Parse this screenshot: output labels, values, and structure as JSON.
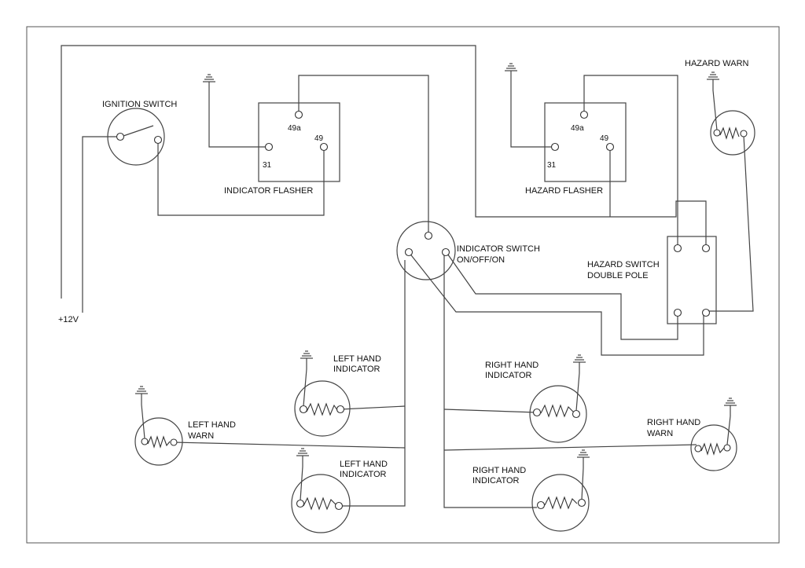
{
  "labels": {
    "ignition_switch": "IGNITION SWITCH",
    "indicator_flasher": "INDICATOR FLASHER",
    "hazard_flasher": "HAZARD FLASHER",
    "hazard_warn_top": "HAZARD WARN",
    "indicator_switch_line1": "INDICATOR SWITCH",
    "indicator_switch_line2": "ON/OFF/ON",
    "hazard_switch_line1": "HAZARD SWITCH",
    "hazard_switch_line2": "DOUBLE POLE",
    "supply": "+12V",
    "lh_indicator_upper_line1": "LEFT HAND",
    "lh_indicator_upper_line2": "INDICATOR",
    "lh_warn_line1": "LEFT HAND",
    "lh_warn_line2": "WARN",
    "lh_indicator_lower_line1": "LEFT HAND",
    "lh_indicator_lower_line2": "INDICATOR",
    "rh_indicator_upper_line1": "RIGHT HAND",
    "rh_indicator_upper_line2": "INDICATOR",
    "rh_warn_line1": "RIGHT HAND",
    "rh_warn_line2": "WARN",
    "rh_indicator_lower_line1": "RIGHT HAND",
    "rh_indicator_lower_line2": "INDICATOR"
  },
  "terminals": {
    "indicator_flasher": {
      "t49a": "49a",
      "t49": "49",
      "t31": "31"
    },
    "hazard_flasher": {
      "t49a": "49a",
      "t49": "49",
      "t31": "31"
    }
  }
}
